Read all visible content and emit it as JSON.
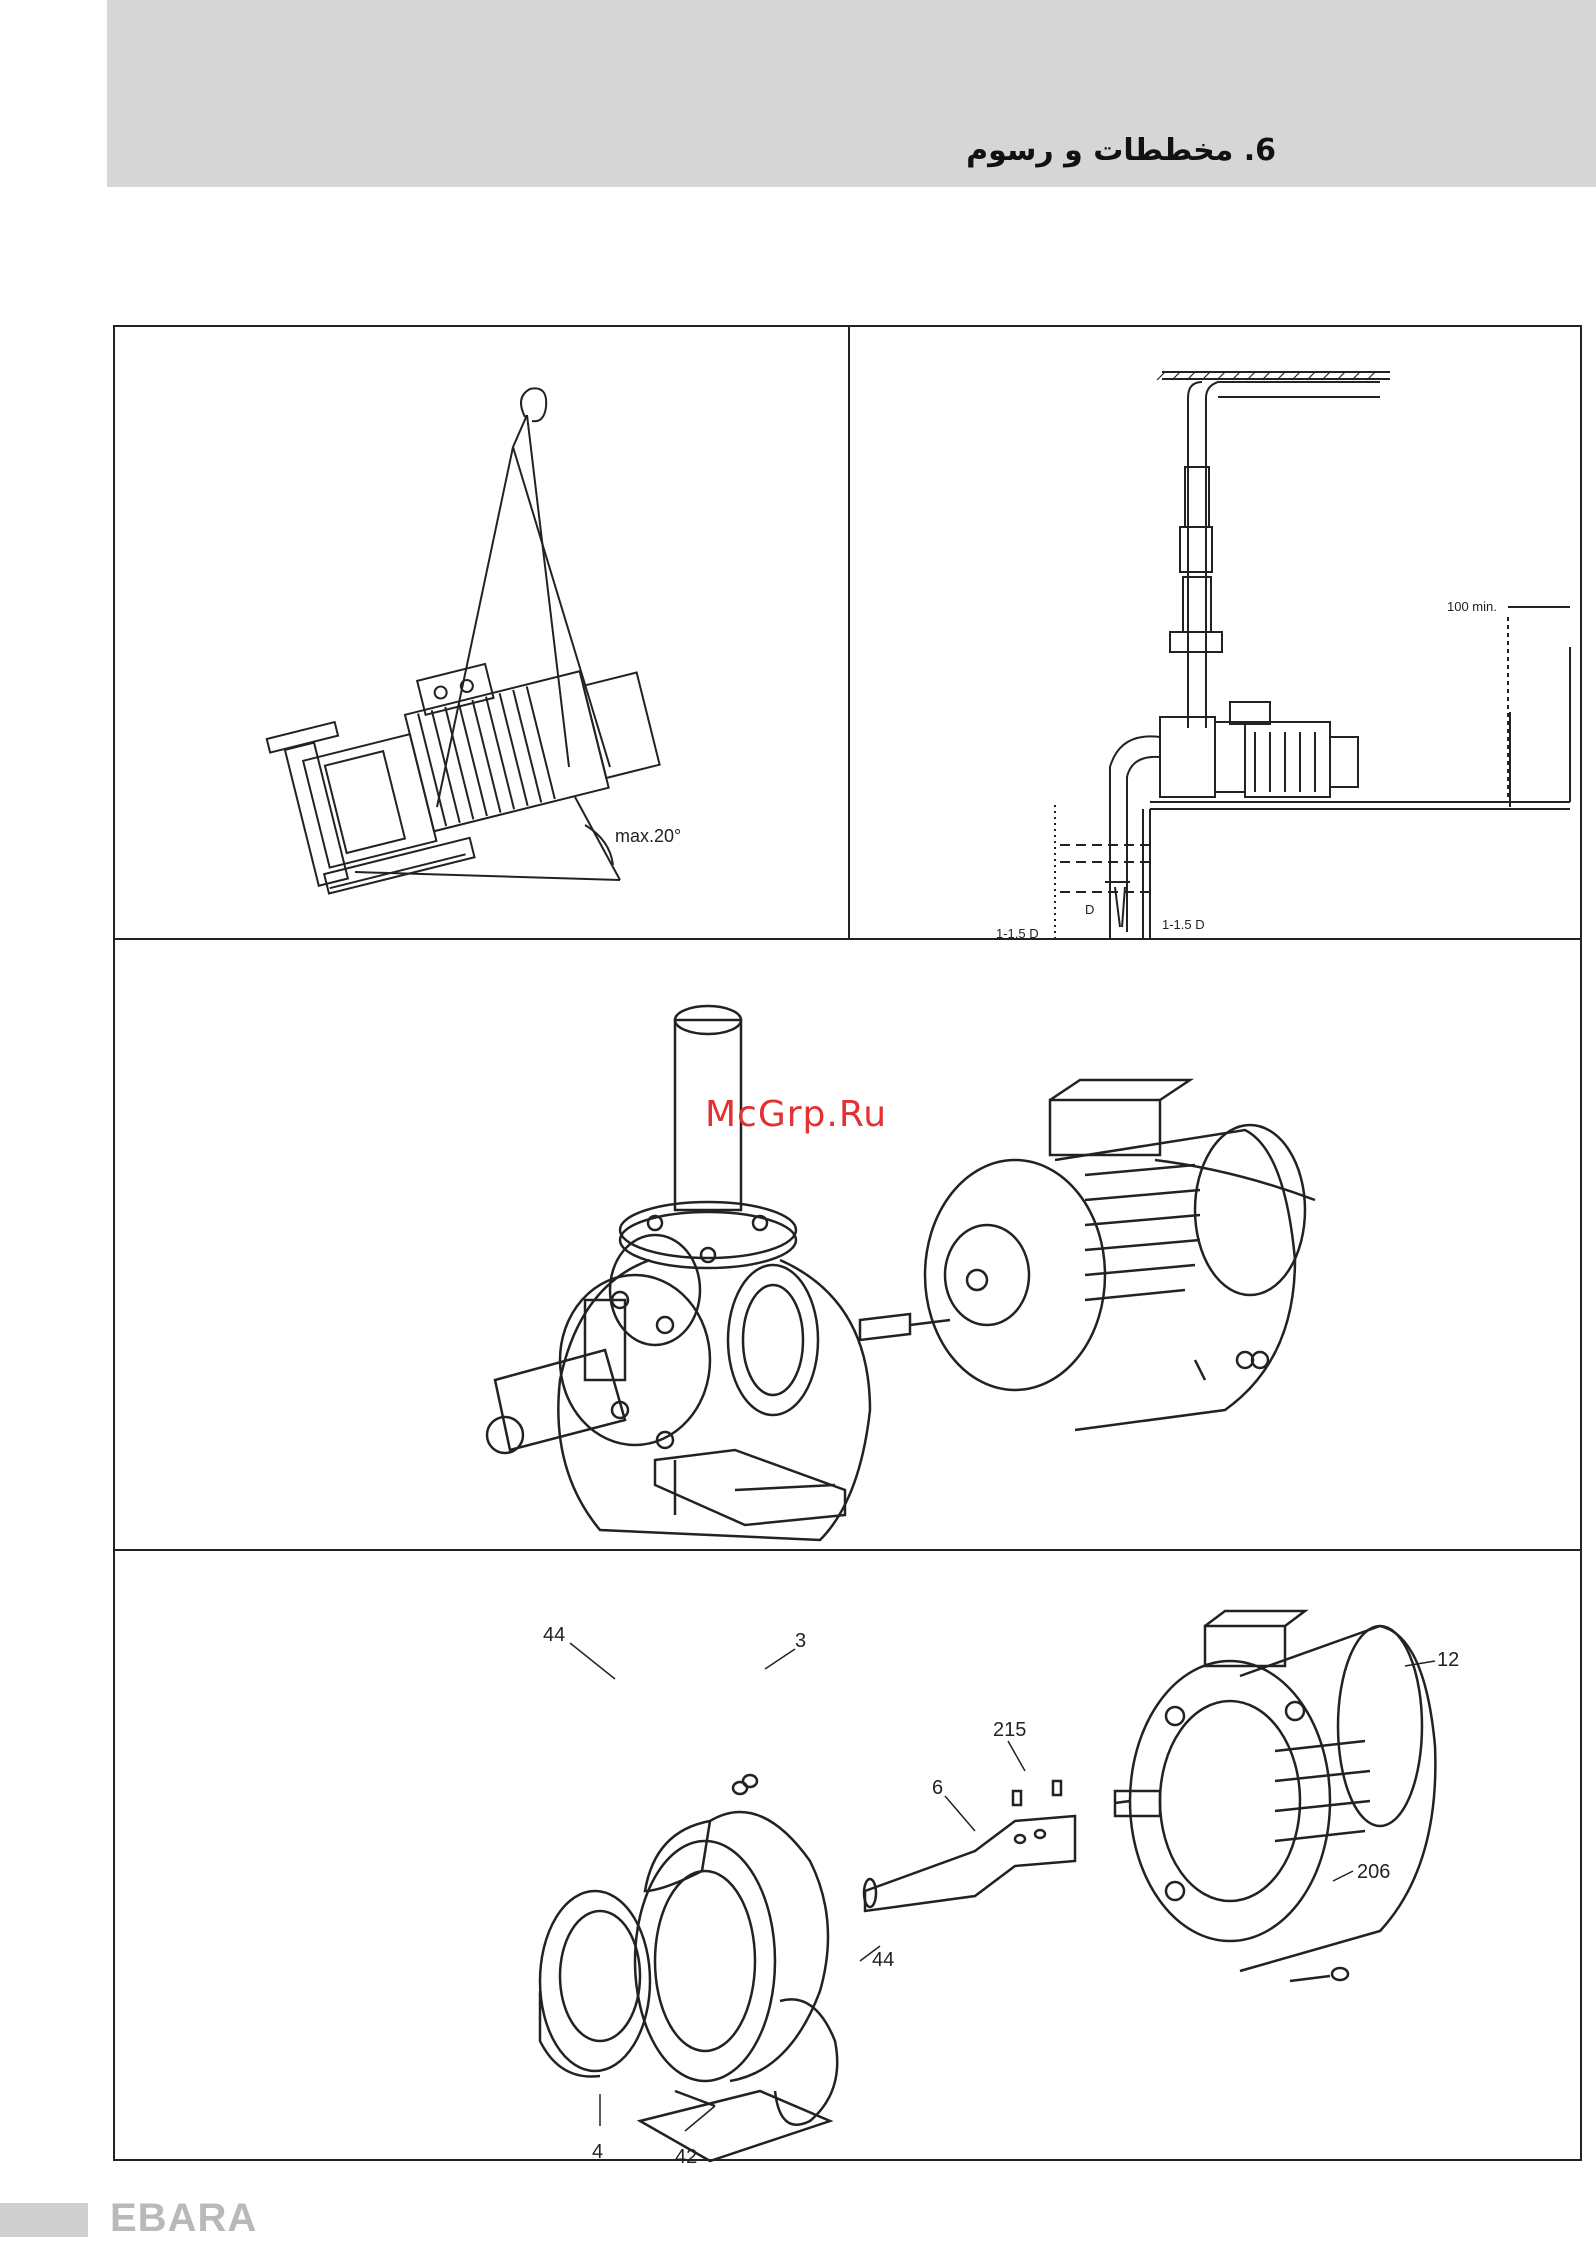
{
  "header": {
    "section_title": "6. مخططات و رسوم"
  },
  "panels": {
    "lifting": {
      "angle_label": "max.20°"
    },
    "installation": {
      "distance_label": "100 min.",
      "diameter_label": "D",
      "clearance_left_label": "1-1.5 D",
      "clearance_right_label": "1-1.5 D"
    },
    "exploded": {
      "parts": [
        "44",
        "3",
        "44",
        "4",
        "42",
        "6",
        "215",
        "12",
        "206"
      ]
    }
  },
  "watermark": "McGrp.Ru",
  "footer": {
    "brand": "EBARA"
  }
}
